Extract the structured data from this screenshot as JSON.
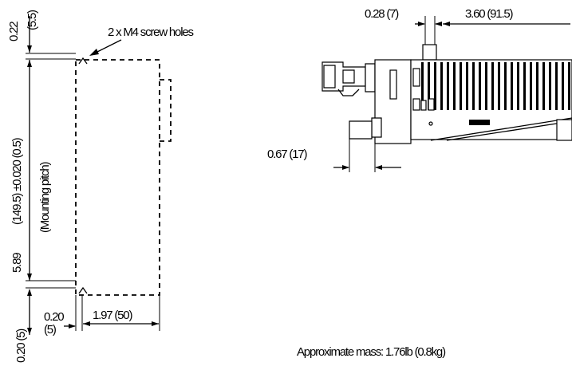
{
  "front_view": {
    "dim_top_gap_in": "0.22",
    "dim_top_gap_mm": "(5.5)",
    "screw_holes_label": "2 x M4 screw holes",
    "dim_pitch_left_in": "5.89",
    "dim_pitch_mm": "(149.5) ±0.020 (0.5)",
    "mounting_pitch_label": "(Mounting pitch)",
    "dim_bottom_gap": "0.20 (5)",
    "dim_hole_offset_in": "0.20",
    "dim_hole_offset_mm": "(5)",
    "dim_width": "1.97 (50)"
  },
  "side_view": {
    "dim_flange": "0.28 (7)",
    "dim_depth": "3.60 (91.5)",
    "dim_connector": "0.67 (17)"
  },
  "mass_label": "Approximate mass:  1.76lb (0.8kg)"
}
